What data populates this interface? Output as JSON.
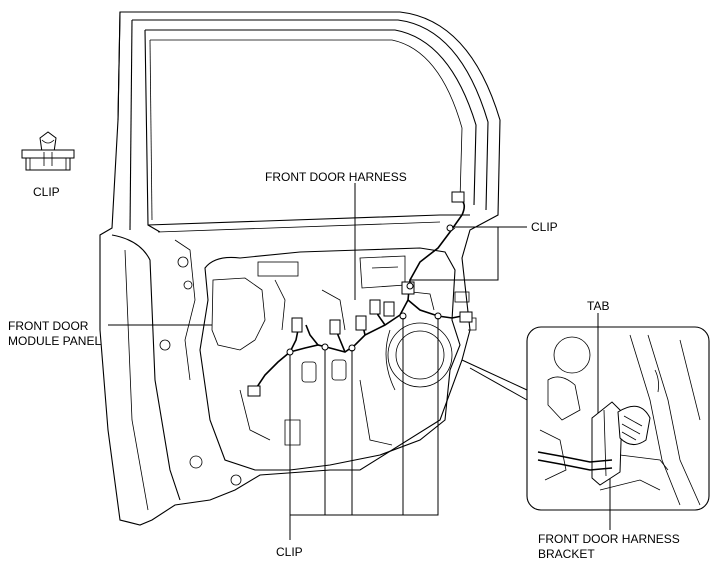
{
  "labels": {
    "clip_legend": "CLIP",
    "front_door_harness": "FRONT DOOR HARNESS",
    "clip_upper": "CLIP",
    "tab": "TAB",
    "module_panel_line1": "FRONT DOOR",
    "module_panel_line2": "MODULE PANEL",
    "clip_bottom": "CLIP",
    "bracket_line1": "FRONT DOOR HARNESS",
    "bracket_line2": "BRACKET"
  },
  "colors": {
    "line": "#000000",
    "background": "#ffffff"
  }
}
